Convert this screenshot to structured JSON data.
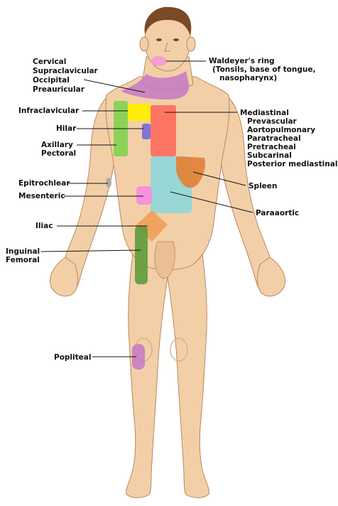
{
  "colors": {
    "skin": "#f3cfa8",
    "skin_shadow": "#e2b48a",
    "skin_outline": "#b9875e",
    "hair": "#7a4a24",
    "neck_region": "#c77cc3",
    "infraclavicular": "#ffee00",
    "axillary": "#7fd14d",
    "hilar": "#7b6fd6",
    "mediastinal": "#ff6b5b",
    "paraaortic": "#8fd6da",
    "spleen": "#e0843a",
    "mesenteric": "#f58ee0",
    "iliac": "#f0a15a",
    "inguinal": "#5f9a3a",
    "popliteal": "#c77cc3",
    "epitrochlear": "#a9a9a9",
    "waldeyer": "#f59bd6"
  },
  "labels": {
    "cervical": [
      "Cervical",
      "Supraclavicular",
      "Occipital",
      "Preauricular"
    ],
    "waldeyer": [
      "Waldeyer's ring",
      "(Tonsils, base of tongue,",
      "nasopharynx)"
    ],
    "infraclavicular": "Infraclavicular",
    "hilar": "Hilar",
    "axillary": [
      "Axillary",
      "Pectoral"
    ],
    "mediastinal": [
      "Mediastinal",
      "Prevascular",
      "Aortopulmonary",
      "Paratracheal",
      "Pretracheal",
      "Subcarinal",
      "Posterior mediastinal"
    ],
    "epitrochlear": "Epitrochlear",
    "spleen": "Spleen",
    "mesenteric": "Mesenteric",
    "paraaortic": "Paraaortic",
    "iliac": "Iliac",
    "inguinal": [
      "Inguinal",
      "Femoral"
    ],
    "popliteal": "Popliteal"
  }
}
